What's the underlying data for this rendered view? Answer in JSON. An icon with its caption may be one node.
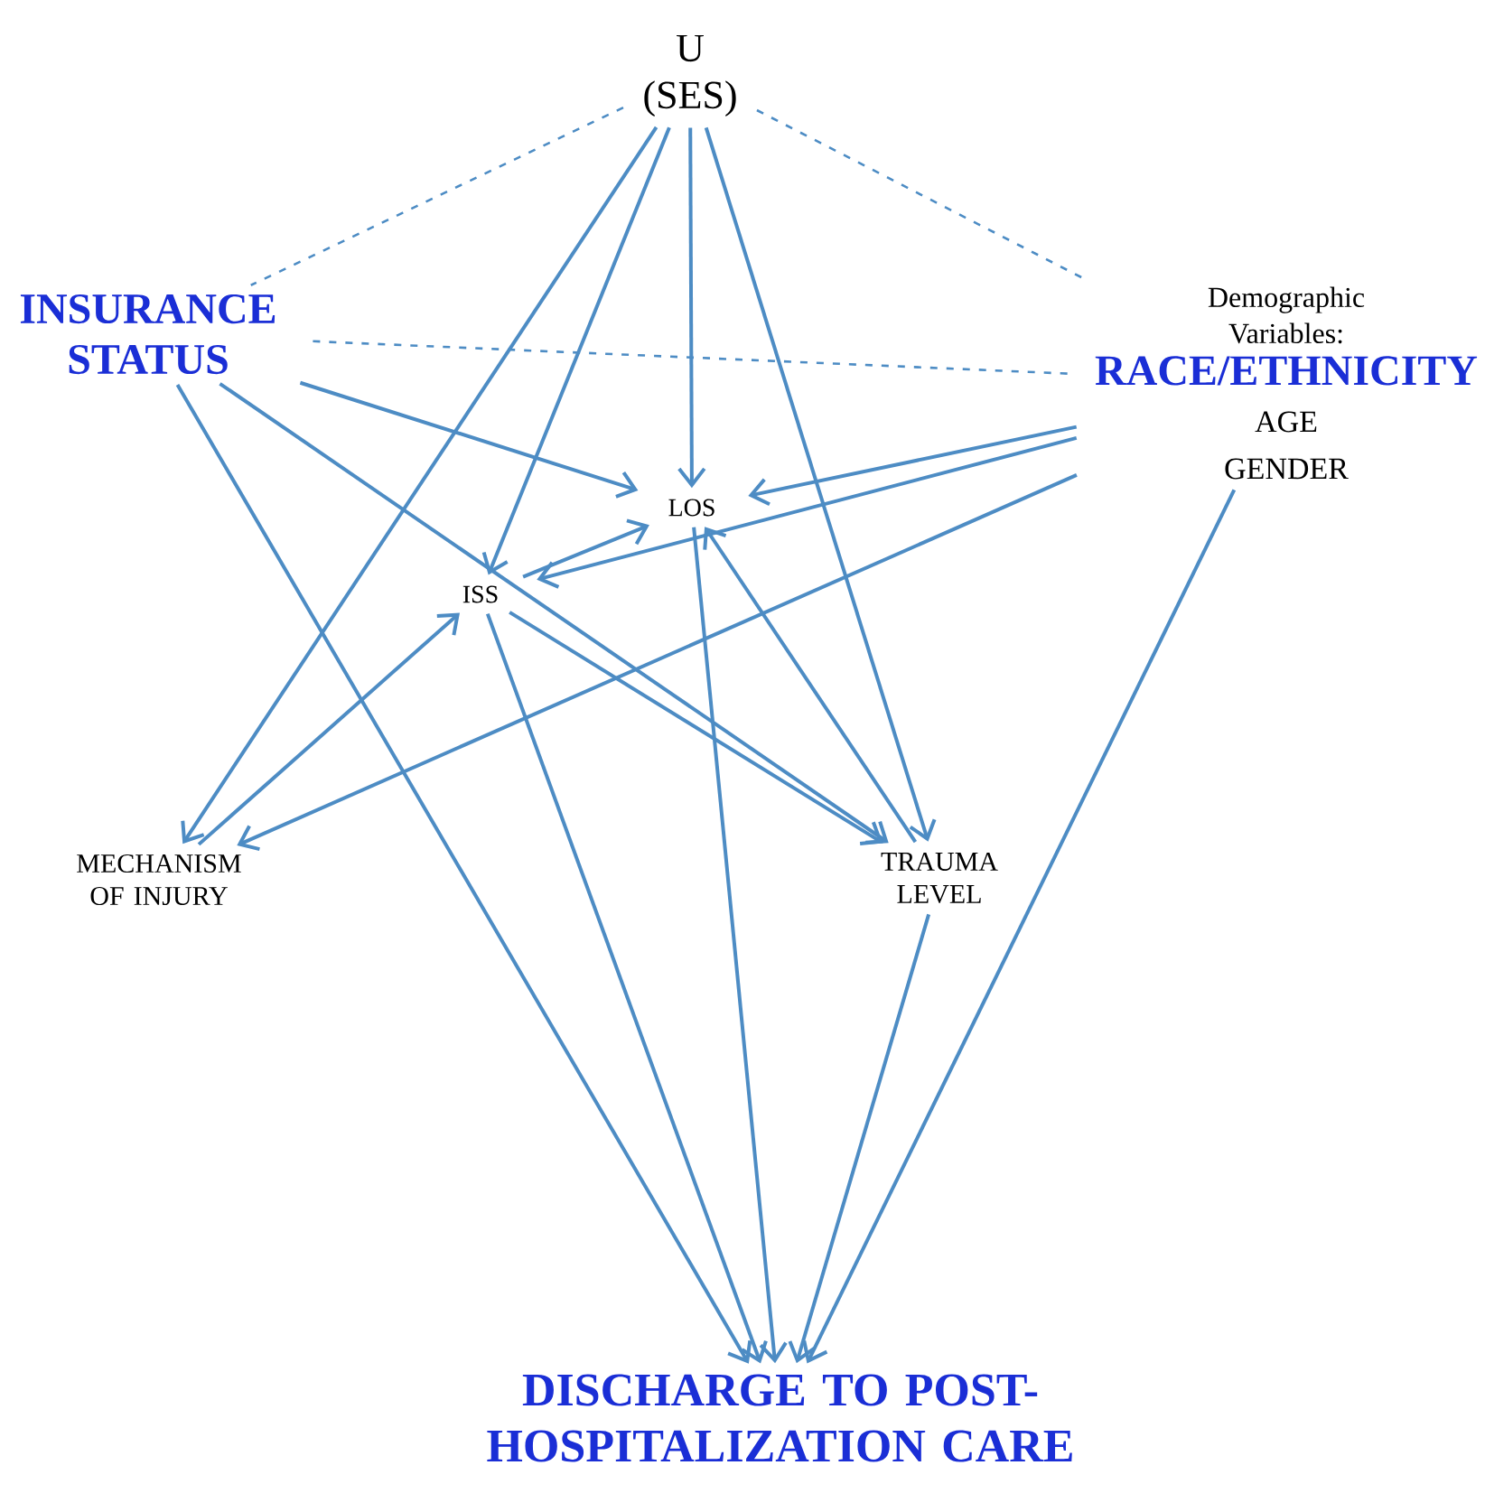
{
  "diagram": {
    "nodes": [
      {
        "text": [
          "U (SES)"
        ]
      },
      {
        "text": [
          "INSURANCE STATUS"
        ]
      },
      {
        "text": [
          "Demographic Variables:",
          "RACE/ETHNICITY",
          "AGE",
          "GENDER"
        ]
      },
      {
        "text": [
          "LOS"
        ]
      },
      {
        "text": [
          "ISS"
        ]
      },
      {
        "text": [
          "MECHANISM OF INJURY"
        ]
      },
      {
        "text": [
          "TRAUMA LEVEL"
        ]
      },
      {
        "text": [
          "DISCHARGE TO POST-HOSPITALIZATION CARE"
        ]
      }
    ],
    "edges": [
      {
        "from": 0,
        "to": 1,
        "arrow": "none",
        "style": "dashed"
      },
      {
        "from": 0,
        "to": 2,
        "arrow": "none",
        "style": "dashed"
      },
      {
        "from": 1,
        "to": 2,
        "arrow": "none",
        "style": "dashed"
      },
      {
        "from": 0,
        "to": 5,
        "arrow": "to"
      },
      {
        "from": 0,
        "to": 4,
        "arrow": "to"
      },
      {
        "from": 0,
        "to": 3,
        "arrow": "to"
      },
      {
        "from": 0,
        "to": 6,
        "arrow": "to"
      },
      {
        "from": 1,
        "to": 3,
        "arrow": "to"
      },
      {
        "from": 1,
        "to": 7,
        "arrow": "to"
      },
      {
        "from": 1,
        "to": 6,
        "arrow": "to"
      },
      {
        "from": 2,
        "to": 3,
        "arrow": "to"
      },
      {
        "from": 2,
        "to": 4,
        "arrow": "to"
      },
      {
        "from": 2,
        "to": 5,
        "arrow": "to"
      },
      {
        "from": 2,
        "to": 7,
        "arrow": "to"
      },
      {
        "from": 4,
        "to": 3,
        "arrow": "to"
      },
      {
        "from": 5,
        "to": 4,
        "arrow": "to"
      },
      {
        "from": 4,
        "to": 7,
        "arrow": "to"
      },
      {
        "from": 4,
        "to": 6,
        "arrow": "to"
      },
      {
        "from": 3,
        "to": 7,
        "arrow": "to"
      },
      {
        "from": 6,
        "to": 3,
        "arrow": "to"
      },
      {
        "from": 6,
        "to": 7,
        "arrow": "to"
      }
    ]
  }
}
